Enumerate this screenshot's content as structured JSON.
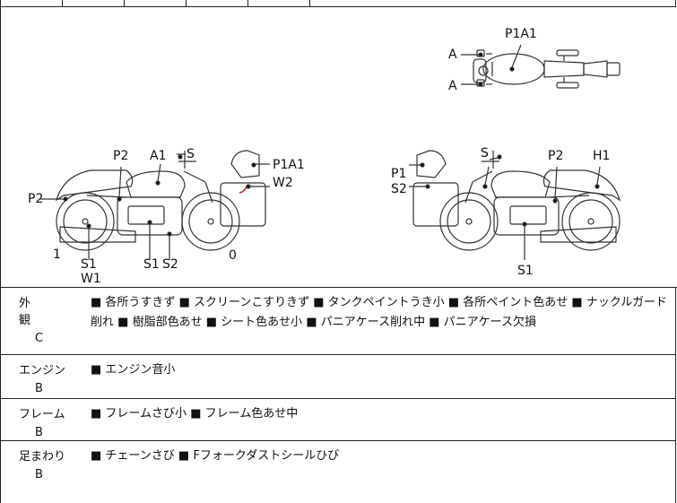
{
  "diagram": {
    "top_view_labels": {
      "p1a1": "P1A1",
      "a_upper": "A",
      "a_lower": "A"
    },
    "left_side_labels": {
      "p2_front": "P2",
      "a1": "A1",
      "s_top": "S",
      "p1a1": "P1A1",
      "p2_rear": "P2",
      "w2": "W2",
      "s1_left": "S1",
      "w1": "W1",
      "s1_mid": "S1",
      "s2": "S2",
      "num_1": "1",
      "num_0": "0"
    },
    "right_side_labels": {
      "p1": "P1",
      "s2": "S2",
      "s_top": "S",
      "p2": "P2",
      "h1": "H1",
      "s1": "S1"
    }
  },
  "rows": [
    {
      "category": "外　観",
      "grade": "C",
      "items": [
        "各所うすきず",
        "スクリーンこすりきず",
        "タンクペイントうき小",
        "各所ペイント色あせ",
        "ナックルガード削れ",
        "樹脂部色あせ",
        "シート色あせ小",
        "パニアケース削れ中",
        "パニアケース欠損"
      ]
    },
    {
      "category": "エンジン",
      "grade": "B",
      "items": [
        "エンジン音小"
      ]
    },
    {
      "category": "フレーム",
      "grade": "B",
      "items": [
        "フレームさび小",
        "フレーム色あせ中"
      ]
    },
    {
      "category": "足まわり",
      "grade": "B",
      "items": [
        "チェーンさび",
        "Fフォークダストシールひび"
      ]
    }
  ],
  "bullet": "■",
  "accent_color": "#c0202a"
}
